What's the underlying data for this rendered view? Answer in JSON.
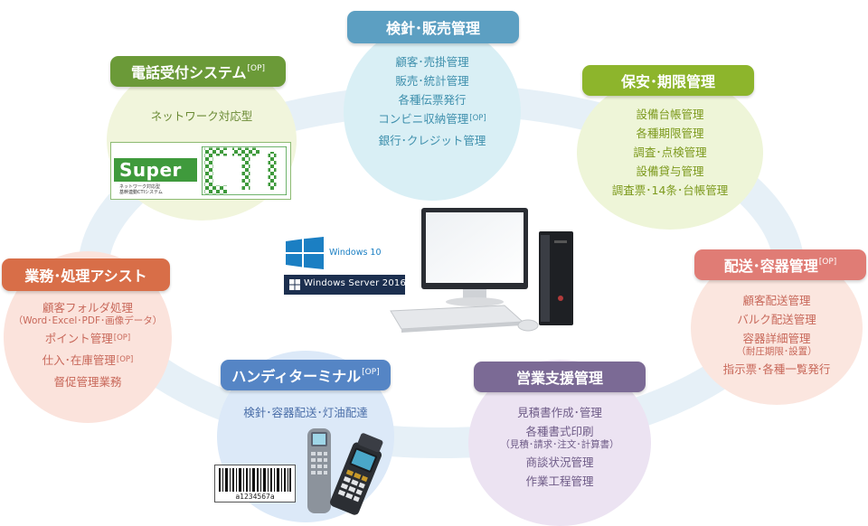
{
  "colors": {
    "kenshin": "#5c9fc2",
    "hoan": "#8db52c",
    "haiso": "#e07c75",
    "eigyo": "#7b6a95",
    "handy": "#5585c5",
    "gyomu": "#d86e48",
    "denwa": "#6b9a38"
  },
  "kenshin": {
    "title": "検針･販売管理",
    "items": [
      "顧客･売掛管理",
      "販売･統計管理",
      "各種伝票発行",
      "コンビニ収納管理",
      "銀行･クレジット管理"
    ],
    "item_op": "[OP]"
  },
  "denwa": {
    "title": "電話受付システム",
    "op": "[OP]",
    "subtitle": "ネットワーク対応型"
  },
  "cti_logo": {
    "word": "Super",
    "brand": "CTI",
    "line1": "ネットワーク対応型",
    "line2": "基幹連動CTIシステム"
  },
  "hoan": {
    "title": "保安･期限管理",
    "items": [
      "設備台帳管理",
      "各種期限管理",
      "調査･点検管理",
      "設備貸与管理",
      "調査票･14条･台帳管理"
    ]
  },
  "haiso": {
    "title": "配送･容器管理",
    "op": "[OP]",
    "items": [
      "顧客配送管理",
      "バルク配送管理",
      "容器詳細管理",
      "指示票･各種一覧発行"
    ],
    "sub": "（耐圧期限･設置）"
  },
  "gyomu": {
    "title": "業務･処理アシスト",
    "items": [
      "顧客フォルダ処理",
      "ポイント管理",
      "仕入･在庫管理",
      "督促管理業務"
    ],
    "sub": "（Word･Excel･PDF･画像データ）",
    "op": "[OP]"
  },
  "handy": {
    "title": "ハンディターミナル",
    "op": "[OP]",
    "items": [
      "検針･容器配送･灯油配達"
    ]
  },
  "eigyo": {
    "title": "営業支援管理",
    "items": [
      "見積書作成･管理",
      "各種書式印刷",
      "商談状況管理",
      "作業工程管理"
    ],
    "sub": "（見積･請求･注文･計算書）"
  },
  "os": {
    "win10": "Windows 10",
    "ws2016": "Windows Server 2016"
  },
  "barcode": {
    "number": "a1234567a"
  }
}
